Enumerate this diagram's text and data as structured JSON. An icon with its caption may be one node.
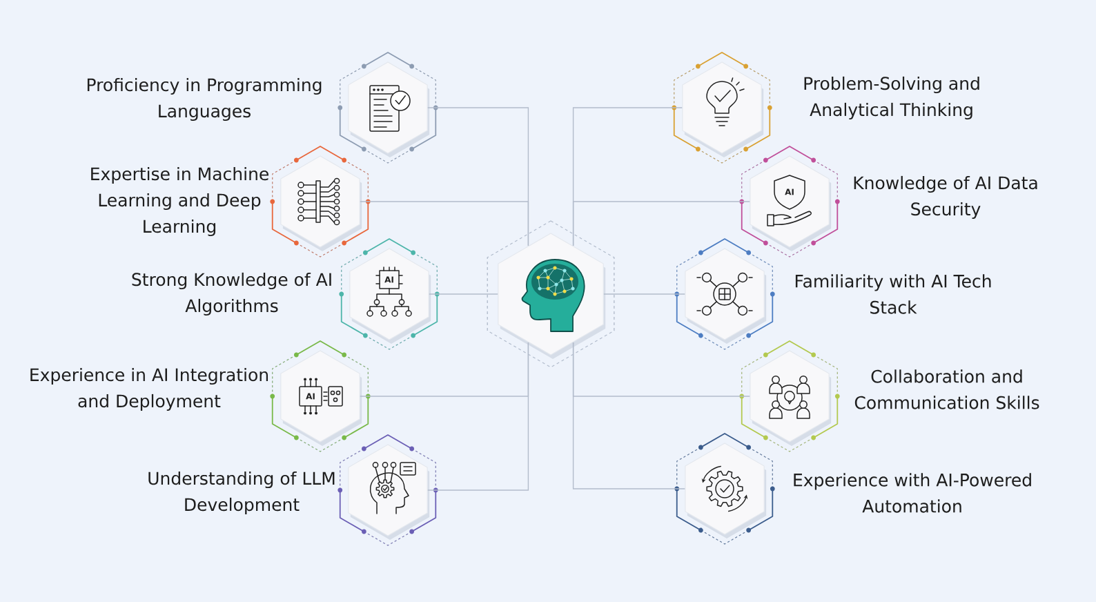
{
  "diagram": {
    "nodes": [
      {
        "text": [],
        "shape": "picture"
      },
      {
        "text": [
          "Proficiency in Programming Languages"
        ]
      },
      {
        "text": [
          "Expertise in Machine Learning and Deep Learning"
        ]
      },
      {
        "text": [
          "Strong Knowledge of AI Algorithms"
        ]
      },
      {
        "text": [
          "Experience in AI Integration and Deployment"
        ]
      },
      {
        "text": [
          "Understanding of LLM Development"
        ]
      },
      {
        "text": [
          "Problem-Solving and Analytical Thinking"
        ]
      },
      {
        "text": [
          "Knowledge of AI Data Security"
        ]
      },
      {
        "text": [
          "Familiarity with AI Tech Stack"
        ]
      },
      {
        "text": [
          "Collaboration and Communication Skills"
        ]
      },
      {
        "text": [
          "Experience with AI-Powered Automation"
        ]
      }
    ],
    "edges": [
      {
        "from": 0,
        "to": 1,
        "arrow": "none"
      },
      {
        "from": 0,
        "to": 2,
        "arrow": "none"
      },
      {
        "from": 0,
        "to": 3,
        "arrow": "none"
      },
      {
        "from": 0,
        "to": 4,
        "arrow": "none"
      },
      {
        "from": 0,
        "to": 5,
        "arrow": "none"
      },
      {
        "from": 0,
        "to": 6,
        "arrow": "none"
      },
      {
        "from": 0,
        "to": 7,
        "arrow": "none"
      },
      {
        "from": 0,
        "to": 8,
        "arrow": "none"
      },
      {
        "from": 0,
        "to": 9,
        "arrow": "none"
      },
      {
        "from": 0,
        "to": 10,
        "arrow": "none"
      }
    ],
    "labels": [
      "AI",
      "AI",
      "AI"
    ]
  }
}
